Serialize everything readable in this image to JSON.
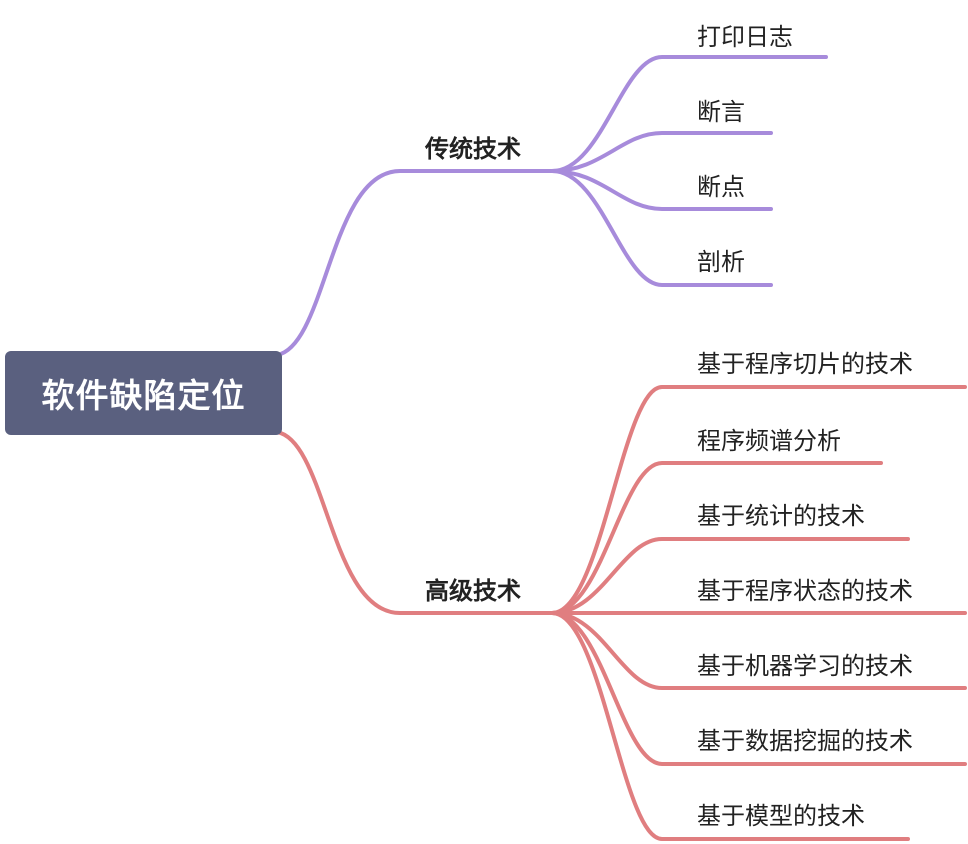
{
  "root": {
    "label": "软件缺陷定位"
  },
  "branches": [
    {
      "label": "传统技术",
      "color": "#a78bdb",
      "leaves": [
        "打印日志",
        "断言",
        "断点",
        "剖析"
      ]
    },
    {
      "label": "高级技术",
      "color": "#e07e80",
      "leaves": [
        "基于程序切片的技术",
        "程序频谱分析",
        "基于统计的技术",
        "基于程序状态的技术",
        "基于机器学习的技术",
        "基于数据挖掘的技术",
        "基于模型的技术"
      ]
    }
  ]
}
